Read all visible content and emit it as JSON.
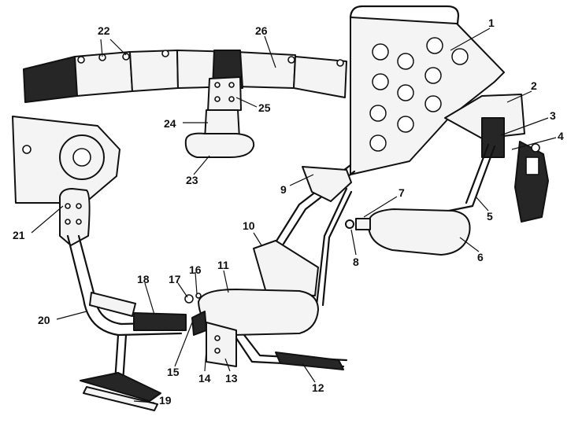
{
  "callouts": [
    {
      "id": "label-1",
      "text": "1"
    },
    {
      "id": "label-2",
      "text": "2"
    },
    {
      "id": "label-3",
      "text": "3"
    },
    {
      "id": "label-4",
      "text": "4"
    },
    {
      "id": "label-5",
      "text": "5"
    },
    {
      "id": "label-6",
      "text": "6"
    },
    {
      "id": "label-7",
      "text": "7"
    },
    {
      "id": "label-8",
      "text": "8"
    },
    {
      "id": "label-9",
      "text": "9"
    },
    {
      "id": "label-10",
      "text": "10"
    },
    {
      "id": "label-11",
      "text": "11"
    },
    {
      "id": "label-12",
      "text": "12"
    },
    {
      "id": "label-13",
      "text": "13"
    },
    {
      "id": "label-14",
      "text": "14"
    },
    {
      "id": "label-15",
      "text": "15"
    },
    {
      "id": "label-16",
      "text": "16"
    },
    {
      "id": "label-17",
      "text": "17"
    },
    {
      "id": "label-18",
      "text": "18"
    },
    {
      "id": "label-19",
      "text": "19"
    },
    {
      "id": "label-20",
      "text": "20"
    },
    {
      "id": "label-21",
      "text": "21"
    },
    {
      "id": "label-22",
      "text": "22"
    },
    {
      "id": "label-23",
      "text": "23"
    },
    {
      "id": "label-24",
      "text": "24"
    },
    {
      "id": "label-25",
      "text": "25"
    },
    {
      "id": "label-26",
      "text": "26"
    }
  ]
}
